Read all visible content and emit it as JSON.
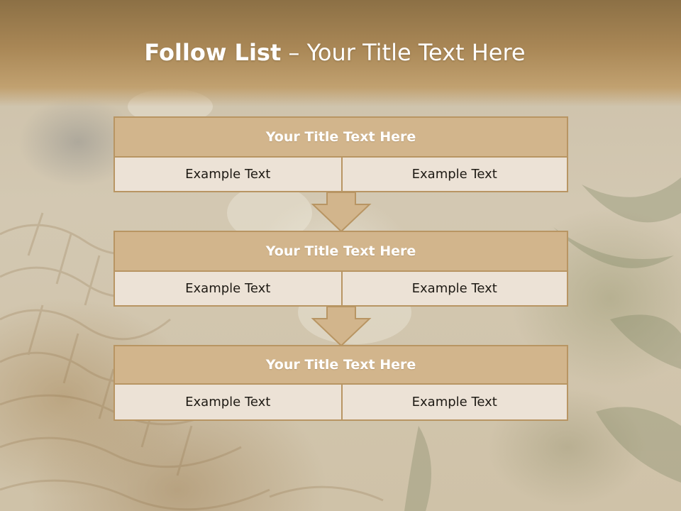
{
  "slide": {
    "title_bold": "Follow List",
    "title_rest": " – Your Title Text Here"
  },
  "steps": [
    {
      "title": "Your Title Text Here",
      "cells": [
        "Example Text",
        "Example Text"
      ]
    },
    {
      "title": "Your Title Text Here",
      "cells": [
        "Example Text",
        "Example Text"
      ]
    },
    {
      "title": "Your Title Text Here",
      "cells": [
        "Example Text",
        "Example Text"
      ]
    }
  ],
  "colors": {
    "header_band": "#a98756",
    "box_fill": "#d2b58c",
    "box_border": "#b89563",
    "cell_fill": "#ece2d6",
    "arrow_fill": "#d2b58c"
  }
}
